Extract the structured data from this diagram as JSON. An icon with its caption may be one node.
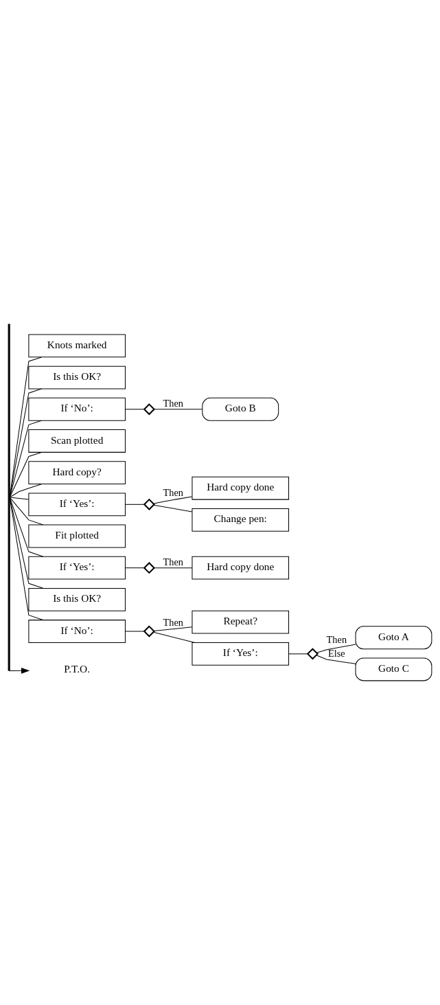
{
  "diagram": {
    "nodes": [
      {
        "text": [],
        "shape": "bar"
      },
      {
        "text": [
          "Knots marked"
        ]
      },
      {
        "text": [
          "Is this OK?"
        ]
      },
      {
        "text": [
          "If ‘No’:"
        ]
      },
      {
        "text": [],
        "shape": "diamond"
      },
      {
        "text": [
          "Goto B"
        ]
      },
      {
        "text": [
          "Scan plotted"
        ]
      },
      {
        "text": [
          "Hard copy?"
        ]
      },
      {
        "text": [
          "If ‘Yes’:"
        ]
      },
      {
        "text": [],
        "shape": "diamond"
      },
      {
        "text": [
          "Hard copy done"
        ]
      },
      {
        "text": [
          "Change pen:"
        ]
      },
      {
        "text": [
          "Fit plotted"
        ]
      },
      {
        "text": [
          "If ‘Yes’:"
        ]
      },
      {
        "text": [],
        "shape": "diamond"
      },
      {
        "text": [
          "Hard copy done"
        ]
      },
      {
        "text": [
          "Is this OK?"
        ]
      },
      {
        "text": [
          "If ‘No’:"
        ]
      },
      {
        "text": [],
        "shape": "diamond"
      },
      {
        "text": [
          "Repeat?"
        ]
      },
      {
        "text": [
          "If ‘Yes’:"
        ]
      },
      {
        "text": [],
        "shape": "diamond"
      },
      {
        "text": [
          "Goto A"
        ]
      },
      {
        "text": [
          "Goto C"
        ]
      },
      {
        "text": [
          "P.T.O."
        ]
      }
    ],
    "edges": [
      {
        "from": 0,
        "to": 1,
        "arrow": "none"
      },
      {
        "from": 0,
        "to": 2,
        "arrow": "none"
      },
      {
        "from": 0,
        "to": 3,
        "arrow": "none"
      },
      {
        "from": 3,
        "to": 4,
        "arrow": "none"
      },
      {
        "from": 4,
        "to": 5,
        "arrow": "none",
        "label": "Then"
      },
      {
        "from": 0,
        "to": 6,
        "arrow": "none"
      },
      {
        "from": 0,
        "to": 7,
        "arrow": "none"
      },
      {
        "from": 0,
        "to": 8,
        "arrow": "none"
      },
      {
        "from": 8,
        "to": 9,
        "arrow": "none"
      },
      {
        "from": 9,
        "to": 10,
        "arrow": "none",
        "label": "Then"
      },
      {
        "from": 9,
        "to": 11,
        "arrow": "none"
      },
      {
        "from": 0,
        "to": 12,
        "arrow": "none"
      },
      {
        "from": 0,
        "to": 13,
        "arrow": "none"
      },
      {
        "from": 13,
        "to": 14,
        "arrow": "none"
      },
      {
        "from": 14,
        "to": 15,
        "arrow": "none",
        "label": "Then"
      },
      {
        "from": 0,
        "to": 16,
        "arrow": "none"
      },
      {
        "from": 0,
        "to": 17,
        "arrow": "none"
      },
      {
        "from": 17,
        "to": 18,
        "arrow": "none"
      },
      {
        "from": 18,
        "to": 19,
        "arrow": "none",
        "label": "Then"
      },
      {
        "from": 18,
        "to": 20,
        "arrow": "none"
      },
      {
        "from": 20,
        "to": 21,
        "arrow": "none"
      },
      {
        "from": 21,
        "to": 22,
        "arrow": "none",
        "label": "Then"
      },
      {
        "from": 21,
        "to": 23,
        "arrow": "none",
        "label": "Else"
      },
      {
        "from": 0,
        "to": 24,
        "arrow": "to"
      }
    ]
  }
}
